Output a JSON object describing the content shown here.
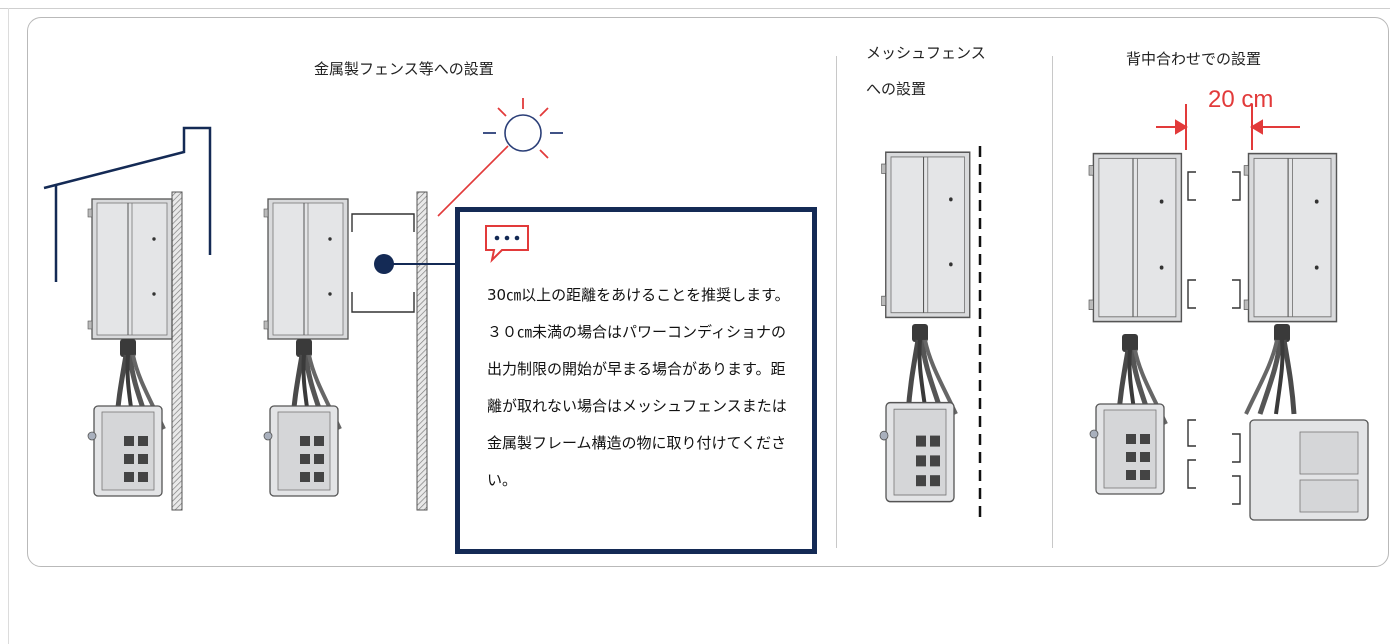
{
  "sections": {
    "metal_fence": {
      "title": "金属製フェンス等への設置"
    },
    "mesh_fence": {
      "title_line1": "メッシュフェンス",
      "title_line2": "への設置"
    },
    "back_to_back": {
      "title": "背中合わせでの設置",
      "gap_label": "20 cm"
    }
  },
  "note": {
    "text": "30㎝以上の距離をあけることを推奨します。３０㎝未満の場合はパワーコンディショナの出力制限の開始が早まる場合があります。距離が取れない場合はメッシュフェンスまたは金属製フレーム構造の物に取り付けてください。",
    "icon": "speech-bubble-icon"
  },
  "colors": {
    "navy": "#142a55",
    "accent_red": "#e23a3a",
    "sun_blue": "#2b3f78",
    "device_gray": "#d9dadc",
    "device_outline": "#555555"
  }
}
